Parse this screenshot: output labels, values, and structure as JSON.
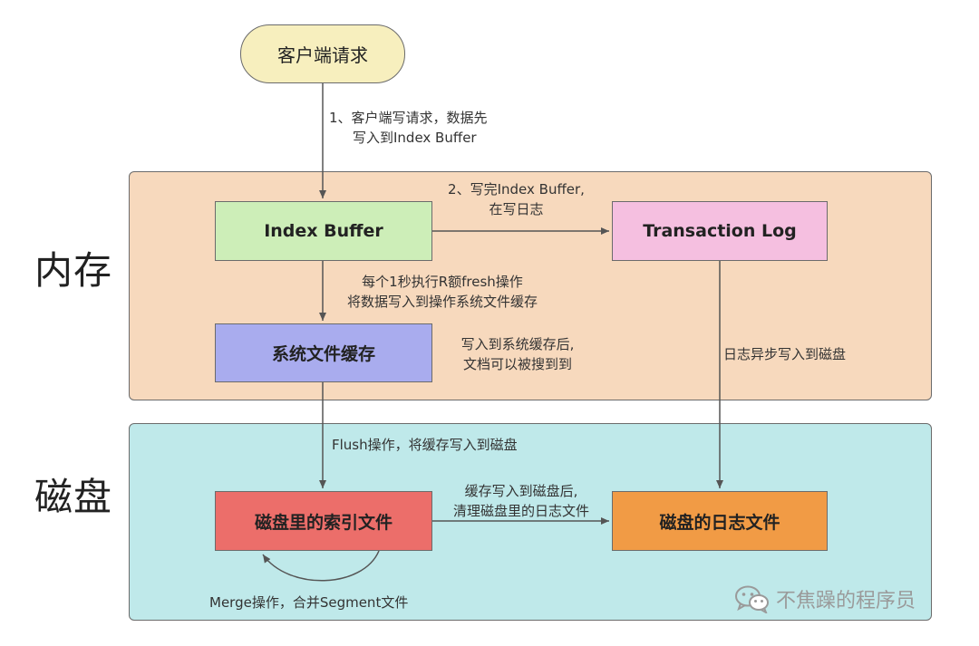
{
  "regions": {
    "memory_label": "内存",
    "disk_label": "磁盘"
  },
  "nodes": {
    "client": "客户端请求",
    "index_buffer": "Index Buffer",
    "transaction_log": "Transaction Log",
    "fs_cache": "系统文件缓存",
    "disk_index": "磁盘里的索引文件",
    "disk_log": "磁盘的日志文件"
  },
  "notes": {
    "step1_line1": "1、客户端写请求，数据先",
    "step1_line2": "写入到Index Buffer",
    "step2_line1": "2、写完Index Buffer,",
    "step2_line2": "在写日志",
    "refresh_line1": "每个1秒执行R额fresh操作",
    "refresh_line2": "将数据写入到操作系统文件缓存",
    "searchable_line1": "写入到系统缓存后,",
    "searchable_line2": "文档可以被搜到到",
    "log_async": "日志异步写入到磁盘",
    "flush": "Flush操作，将缓存写入到磁盘",
    "cleanup_line1": "缓存写入到磁盘后,",
    "cleanup_line2": "清理磁盘里的日志文件",
    "merge": "Merge操作，合并Segment文件"
  },
  "watermark": {
    "text": "不焦躁的程序员",
    "icon": "wechat-icon"
  },
  "colors": {
    "memory_region": "#f7d9bd",
    "disk_region": "#bfe9ea",
    "client": "#f7efbe",
    "index_buffer": "#cdeeb8",
    "transaction_log": "#f5bfe0",
    "fs_cache": "#a9acee",
    "disk_index": "#ec6e6a",
    "disk_log": "#f19b45",
    "arrow": "#555555"
  }
}
